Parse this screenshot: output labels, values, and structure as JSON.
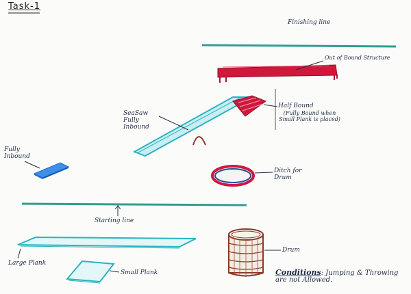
{
  "title": "Task-1",
  "labels": {
    "finishing_line": "Finishing line",
    "out_of_bound": "Out of Bound Structure",
    "half_bound": "Half Bound",
    "half_bound_note": "(Fully Bound when Small Plank is placed)",
    "seesaw": "SeaSaw Fully Inbound",
    "fully_inbound": "Fully Inbound",
    "ditch": "Ditch for Drum",
    "starting_line": "Starting line",
    "drum": "Drum",
    "large_plank": "Large Plank",
    "small_plank": "Small Plank"
  },
  "conditions": {
    "heading": "Conditions",
    "text": ": Jumping & Throwing are not Allowed."
  },
  "colors": {
    "line_green": "#2f9e8f",
    "plank_teal": "#2bb3c0",
    "structure_red": "#d0183c",
    "inbound_blue": "#1f6fd0",
    "drum_brown": "#8a3a28",
    "ink": "#1f2a44"
  }
}
